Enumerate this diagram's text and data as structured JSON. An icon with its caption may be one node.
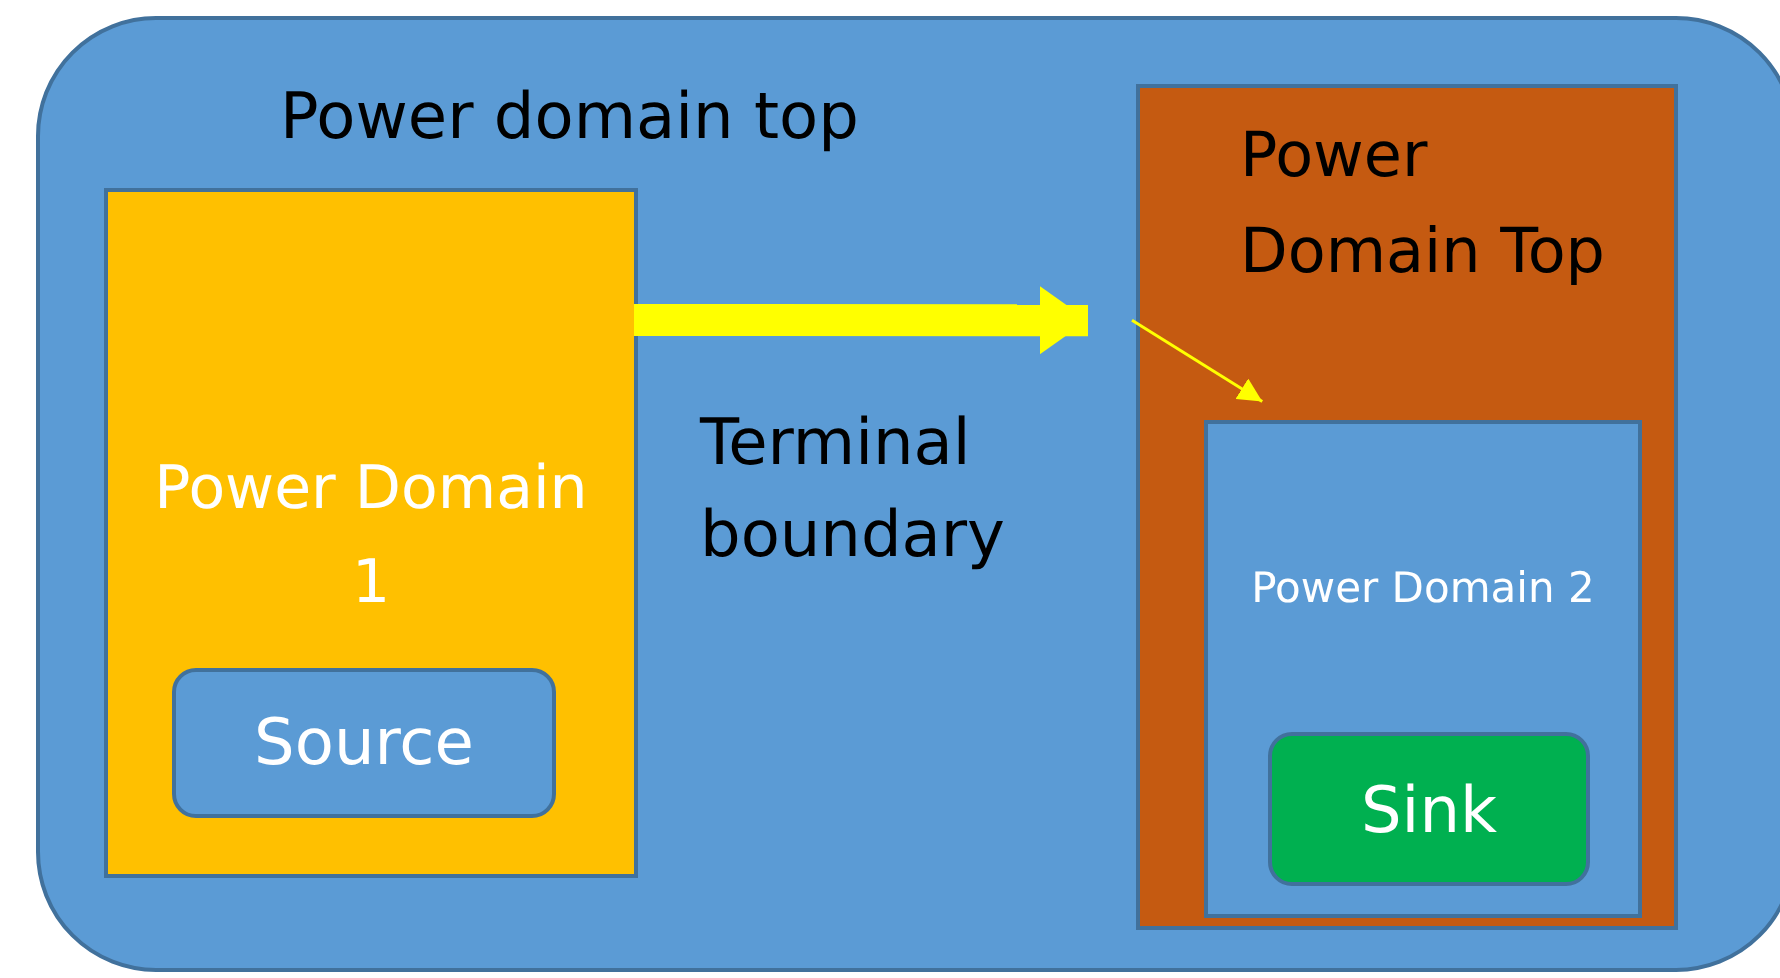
{
  "diagram": {
    "nodes": [
      {
        "text": [
          "Power domain top"
        ]
      },
      {
        "text": [
          "Power Domain 1"
        ],
        "in": 0
      },
      {
        "text": [
          "Source"
        ],
        "in": 1
      },
      {
        "text": [
          "Power Domain Top"
        ],
        "in": 0
      },
      {
        "text": [
          "Power Domain 2"
        ],
        "in": 3
      },
      {
        "text": [
          "Sink"
        ],
        "in": 4
      }
    ],
    "edges": [
      {
        "from": 1,
        "to": 3,
        "arrow": "to",
        "style": "thick",
        "color": "#ffff00"
      },
      {
        "from": 3,
        "to": 4,
        "arrow": "to",
        "color": "#ffff00"
      }
    ],
    "labels": [
      "Terminal boundary"
    ]
  }
}
